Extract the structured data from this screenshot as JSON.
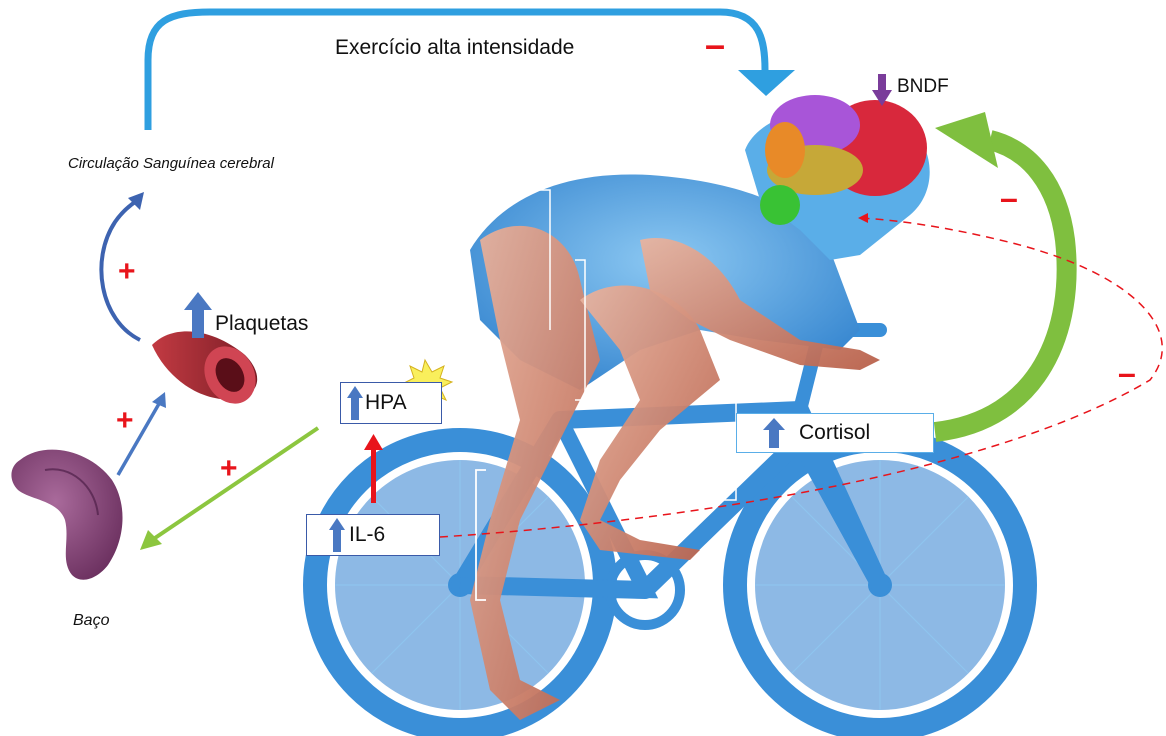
{
  "labels": {
    "title_arrow": "Exercício alta intensidade",
    "circulation": "Circulação Sanguínea cerebral",
    "platelets": "Plaquetas",
    "spleen": "Baço",
    "bdnf": "BNDF"
  },
  "boxes": {
    "hpa": "HPA",
    "il6": "IL-6",
    "cortisol": "Cortisol"
  },
  "signs": {
    "plus": "+",
    "minus": "–"
  },
  "colors": {
    "blue_arrow": "#2f9fe0",
    "up_arrow": "#4a78c2",
    "green_arrow": "#7fbf3f",
    "red_arrow": "#e8141b",
    "purple_arrow": "#7a3c9a",
    "bike": "#3a8fd8",
    "body_blue": "#4a9fe0"
  }
}
